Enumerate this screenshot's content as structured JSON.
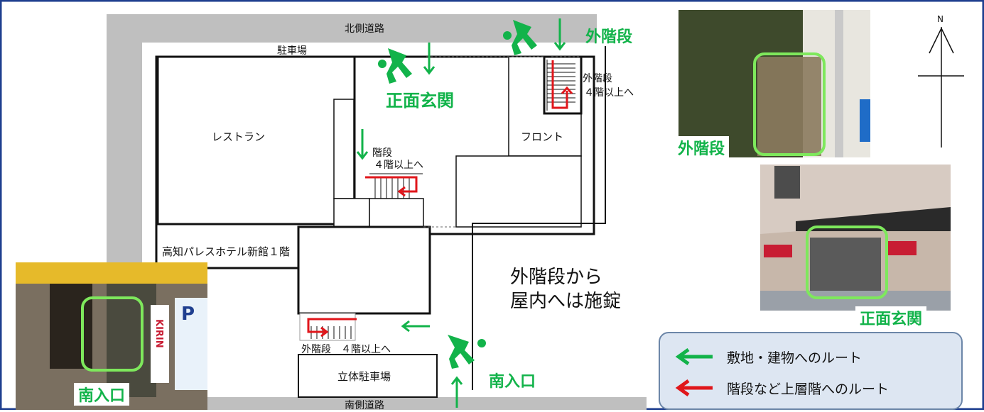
{
  "title": "高知パレスホテル新館１階",
  "roads": {
    "north": "北側道路",
    "south": "南側道路"
  },
  "areas": {
    "parking": "駐車場",
    "restaurant": "レストラン",
    "front": "フロント",
    "multistory_parking": "立体駐車場"
  },
  "stairs": {
    "outer_north_label_line1": "外階段",
    "outer_north_label_line2": "４階以上へ",
    "inner_label_line1": "階段",
    "inner_label_line2": "４階以上へ",
    "outer_south_label": "外階段　４階以上へ"
  },
  "entrances": {
    "outer_stairs": "外階段",
    "main": "正面玄関",
    "south": "南入口"
  },
  "note": {
    "line1": "外階段から",
    "line2": "屋内へは施錠"
  },
  "compass": "N",
  "photos": {
    "outer_stairs_caption": "外階段",
    "main_entrance_caption": "正面玄関",
    "south_entrance_caption": "南入口",
    "signage_p": "P",
    "signage_kirin": "KIRIN"
  },
  "legend": {
    "green_route": "敷地・建物へのルート",
    "red_route": "階段など上層階へのルート"
  },
  "colors": {
    "border": "#1f3f8f",
    "road": "#bfbfbf",
    "green": "#12b34a",
    "red": "#e0161b",
    "legend_bg": "#dde6f2",
    "highlight": "#7ee85c"
  }
}
